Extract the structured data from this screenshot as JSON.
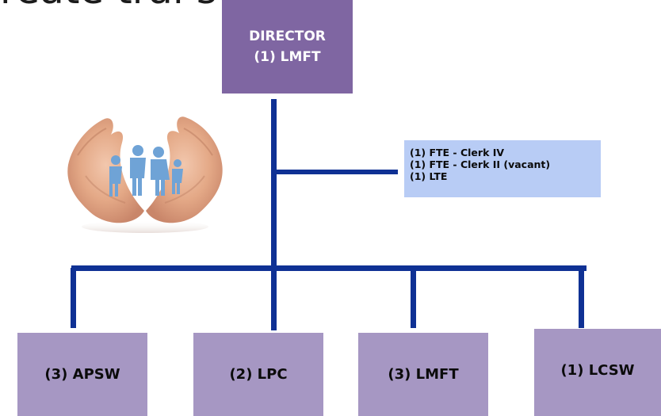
{
  "title_fragment": "reate trai semest",
  "director": {
    "line1": "DIRECTOR",
    "line2": "(1) LMFT"
  },
  "staff_box": {
    "lines": [
      "(1) FTE - Clerk IV",
      "(1) FTE - Clerk II (vacant)",
      "(1) LTE"
    ]
  },
  "bottom_boxes": [
    "(3) APSW",
    "(2) LPC",
    "(3) LMFT",
    "(1) LCSW"
  ],
  "colors": {
    "director_bg": "#7f66a2",
    "staff_bg": "#b8ccf5",
    "bottom_bg": "#a697c3",
    "connector": "#0f3194"
  },
  "image": {
    "description": "hands-holding-family-icon"
  }
}
